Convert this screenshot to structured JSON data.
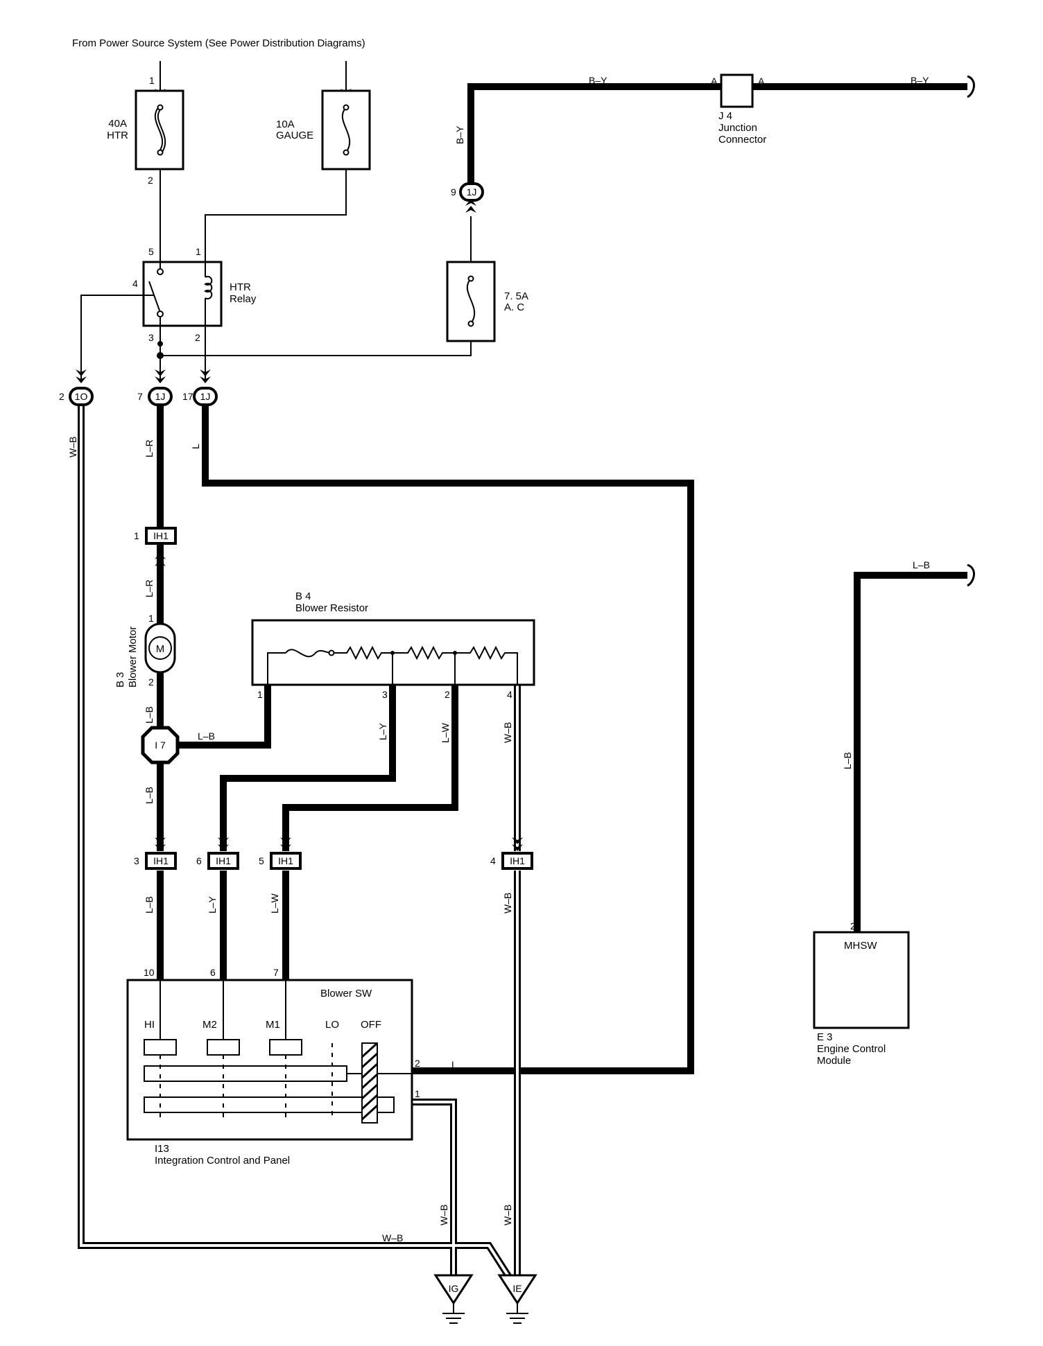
{
  "header": {
    "power_source": "From Power Source System (See Power Distribution Diagrams)"
  },
  "fuses": {
    "htr": {
      "rating": "40A",
      "name": "HTR",
      "pin_in": "1",
      "pin_out": "2"
    },
    "gauge": {
      "rating": "10A",
      "name": "GAUGE"
    },
    "ac": {
      "rating": "7. 5A",
      "name": "A. C"
    }
  },
  "relay": {
    "name": "HTR",
    "name2": "Relay",
    "pins": [
      "5",
      "1",
      "4",
      "3",
      "2"
    ]
  },
  "junction_connector": {
    "code": "J 4",
    "name": "Junction",
    "name2": "Connector",
    "pin_left": "A",
    "pin_right": "A"
  },
  "connectors": {
    "c1J_9": {
      "id": "1J",
      "pin": "9"
    },
    "c1O_2": {
      "id": "1O",
      "pin": "2"
    },
    "c1J_7": {
      "id": "1J",
      "pin": "7"
    },
    "c1J_17": {
      "id": "1J",
      "pin": "17"
    },
    "ih1_1": {
      "id": "IH1",
      "pin": "1"
    },
    "ih1_3": {
      "id": "IH1",
      "pin": "3"
    },
    "ih1_6": {
      "id": "IH1",
      "pin": "6"
    },
    "ih1_5": {
      "id": "IH1",
      "pin": "5"
    },
    "ih1_4": {
      "id": "IH1",
      "pin": "4"
    },
    "i7": "I 7"
  },
  "blower_motor": {
    "code": "B 3",
    "name": "Blower Motor",
    "symbol": "M",
    "pin1": "1",
    "pin2": "2"
  },
  "blower_resistor": {
    "code": "B 4",
    "name": "Blower Resistor",
    "pins": [
      "1",
      "3",
      "2",
      "4"
    ]
  },
  "blower_switch": {
    "title": "Blower SW",
    "positions": [
      "HI",
      "M2",
      "M1",
      "LO",
      "OFF"
    ],
    "top_pins": [
      "10",
      "6",
      "7"
    ],
    "side_pins": [
      "2",
      "1"
    ]
  },
  "integration_panel": {
    "code": "I13",
    "name": "Integration Control and Panel"
  },
  "ecm": {
    "code": "E 3",
    "name": "Engine Control",
    "name2": "Module",
    "terminal": "MHSW",
    "pin": "2"
  },
  "grounds": {
    "ig": "IG",
    "ie": "IE"
  },
  "wire_colors": {
    "by": "B–Y",
    "lr": "L–R",
    "l": "L",
    "lb": "L–B",
    "ly": "L–Y",
    "lw": "L–W",
    "wb": "W–B"
  }
}
